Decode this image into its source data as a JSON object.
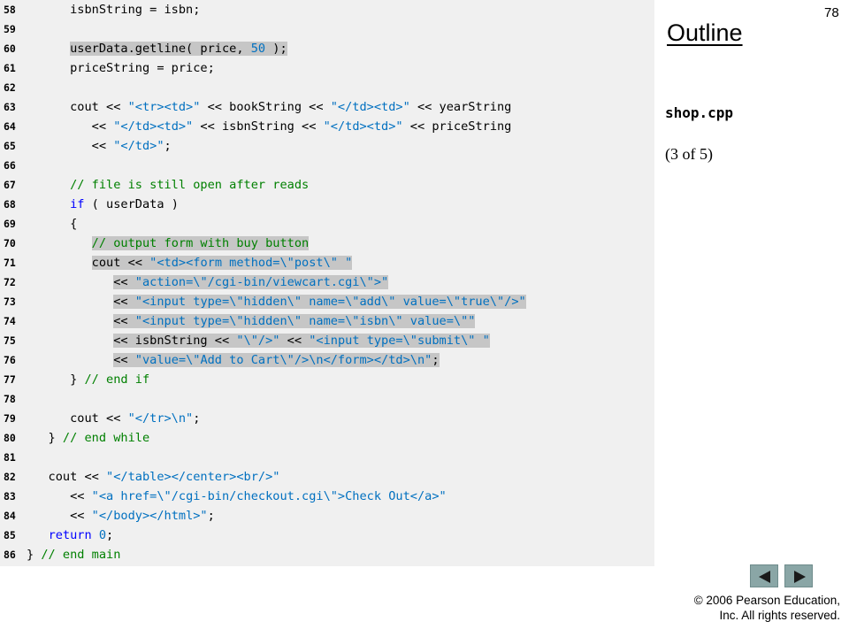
{
  "page_number": "78",
  "sidebar": {
    "outline_title": "Outline",
    "file_name": "shop.cpp",
    "part_label": "(3 of 5)"
  },
  "nav": {
    "prev_icon": "left-arrow-icon",
    "next_icon": "right-arrow-icon"
  },
  "footer": {
    "line1": "© 2006 Pearson Education,",
    "line2": "Inc.  All rights reserved."
  },
  "code_lines": [
    {
      "num": "58",
      "segs": [
        {
          "t": "      isbnString = isbn;"
        }
      ]
    },
    {
      "num": "59",
      "segs": []
    },
    {
      "num": "60",
      "segs": [
        {
          "t": "      "
        },
        {
          "t": "userData.getline( price, ",
          "c": "hl"
        },
        {
          "t": "50",
          "c": "hl num"
        },
        {
          "t": " );",
          "c": "hl"
        }
      ]
    },
    {
      "num": "61",
      "segs": [
        {
          "t": "      priceString = price;"
        }
      ]
    },
    {
      "num": "62",
      "segs": []
    },
    {
      "num": "63",
      "segs": [
        {
          "t": "      cout << "
        },
        {
          "t": "\"<tr><td>\"",
          "c": "str"
        },
        {
          "t": " << bookString << "
        },
        {
          "t": "\"</td><td>\"",
          "c": "str"
        },
        {
          "t": " << yearString"
        }
      ]
    },
    {
      "num": "64",
      "segs": [
        {
          "t": "         << "
        },
        {
          "t": "\"</td><td>\"",
          "c": "str"
        },
        {
          "t": " << isbnString << "
        },
        {
          "t": "\"</td><td>\"",
          "c": "str"
        },
        {
          "t": " << priceString"
        }
      ]
    },
    {
      "num": "65",
      "segs": [
        {
          "t": "         << "
        },
        {
          "t": "\"</td>\"",
          "c": "str"
        },
        {
          "t": ";"
        }
      ]
    },
    {
      "num": "66",
      "segs": []
    },
    {
      "num": "67",
      "segs": [
        {
          "t": "      "
        },
        {
          "t": "// file is still open after reads",
          "c": "cm"
        }
      ]
    },
    {
      "num": "68",
      "segs": [
        {
          "t": "      "
        },
        {
          "t": "if",
          "c": "kw"
        },
        {
          "t": " ( userData )"
        }
      ]
    },
    {
      "num": "69",
      "segs": [
        {
          "t": "      {"
        }
      ]
    },
    {
      "num": "70",
      "segs": [
        {
          "t": "         "
        },
        {
          "t": "// output form with buy button",
          "c": "hl cm"
        }
      ]
    },
    {
      "num": "71",
      "segs": [
        {
          "t": "         "
        },
        {
          "t": "cout << ",
          "c": "hl"
        },
        {
          "t": "\"<td><form method=\\\"post\\\" \"",
          "c": "hl str"
        }
      ]
    },
    {
      "num": "72",
      "segs": [
        {
          "t": "            "
        },
        {
          "t": "<< ",
          "c": "hl"
        },
        {
          "t": "\"action=\\\"/cgi-bin/viewcart.cgi\\\">\"",
          "c": "hl str"
        }
      ]
    },
    {
      "num": "73",
      "segs": [
        {
          "t": "            "
        },
        {
          "t": "<< ",
          "c": "hl"
        },
        {
          "t": "\"<input type=\\\"hidden\\\" name=\\\"add\\\" value=\\\"true\\\"/>\"",
          "c": "hl str"
        }
      ]
    },
    {
      "num": "74",
      "segs": [
        {
          "t": "            "
        },
        {
          "t": "<< ",
          "c": "hl"
        },
        {
          "t": "\"<input type=\\\"hidden\\\" name=\\\"isbn\\\" value=\\\"\"",
          "c": "hl str"
        }
      ]
    },
    {
      "num": "75",
      "segs": [
        {
          "t": "            "
        },
        {
          "t": "<< isbnString << ",
          "c": "hl"
        },
        {
          "t": "\"\\\"/>\"",
          "c": "hl str"
        },
        {
          "t": " << ",
          "c": "hl"
        },
        {
          "t": "\"<input type=\\\"submit\\\" \"",
          "c": "hl str"
        }
      ]
    },
    {
      "num": "76",
      "segs": [
        {
          "t": "            "
        },
        {
          "t": "<< ",
          "c": "hl"
        },
        {
          "t": "\"value=\\\"Add to Cart\\\"/>\\n</form></td>\\n\"",
          "c": "hl str"
        },
        {
          "t": ";",
          "c": "hl"
        }
      ]
    },
    {
      "num": "77",
      "segs": [
        {
          "t": "      } "
        },
        {
          "t": "// end if",
          "c": "cm"
        }
      ]
    },
    {
      "num": "78",
      "segs": []
    },
    {
      "num": "79",
      "segs": [
        {
          "t": "      cout << "
        },
        {
          "t": "\"</tr>\\n\"",
          "c": "str"
        },
        {
          "t": ";"
        }
      ]
    },
    {
      "num": "80",
      "segs": [
        {
          "t": "   } "
        },
        {
          "t": "// end while",
          "c": "cm"
        }
      ]
    },
    {
      "num": "81",
      "segs": []
    },
    {
      "num": "82",
      "segs": [
        {
          "t": "   cout << "
        },
        {
          "t": "\"</table></center><br/>\"",
          "c": "str"
        }
      ]
    },
    {
      "num": "83",
      "segs": [
        {
          "t": "      << "
        },
        {
          "t": "\"<a href=\\\"/cgi-bin/checkout.cgi\\\">Check Out</a>\"",
          "c": "str"
        }
      ]
    },
    {
      "num": "84",
      "segs": [
        {
          "t": "      << "
        },
        {
          "t": "\"</body></html>\"",
          "c": "str"
        },
        {
          "t": ";"
        }
      ]
    },
    {
      "num": "85",
      "segs": [
        {
          "t": "   "
        },
        {
          "t": "return",
          "c": "kw"
        },
        {
          "t": " "
        },
        {
          "t": "0",
          "c": "num"
        },
        {
          "t": ";"
        }
      ]
    },
    {
      "num": "86",
      "segs": [
        {
          "t": "} "
        },
        {
          "t": "// end main",
          "c": "cm"
        }
      ]
    }
  ]
}
